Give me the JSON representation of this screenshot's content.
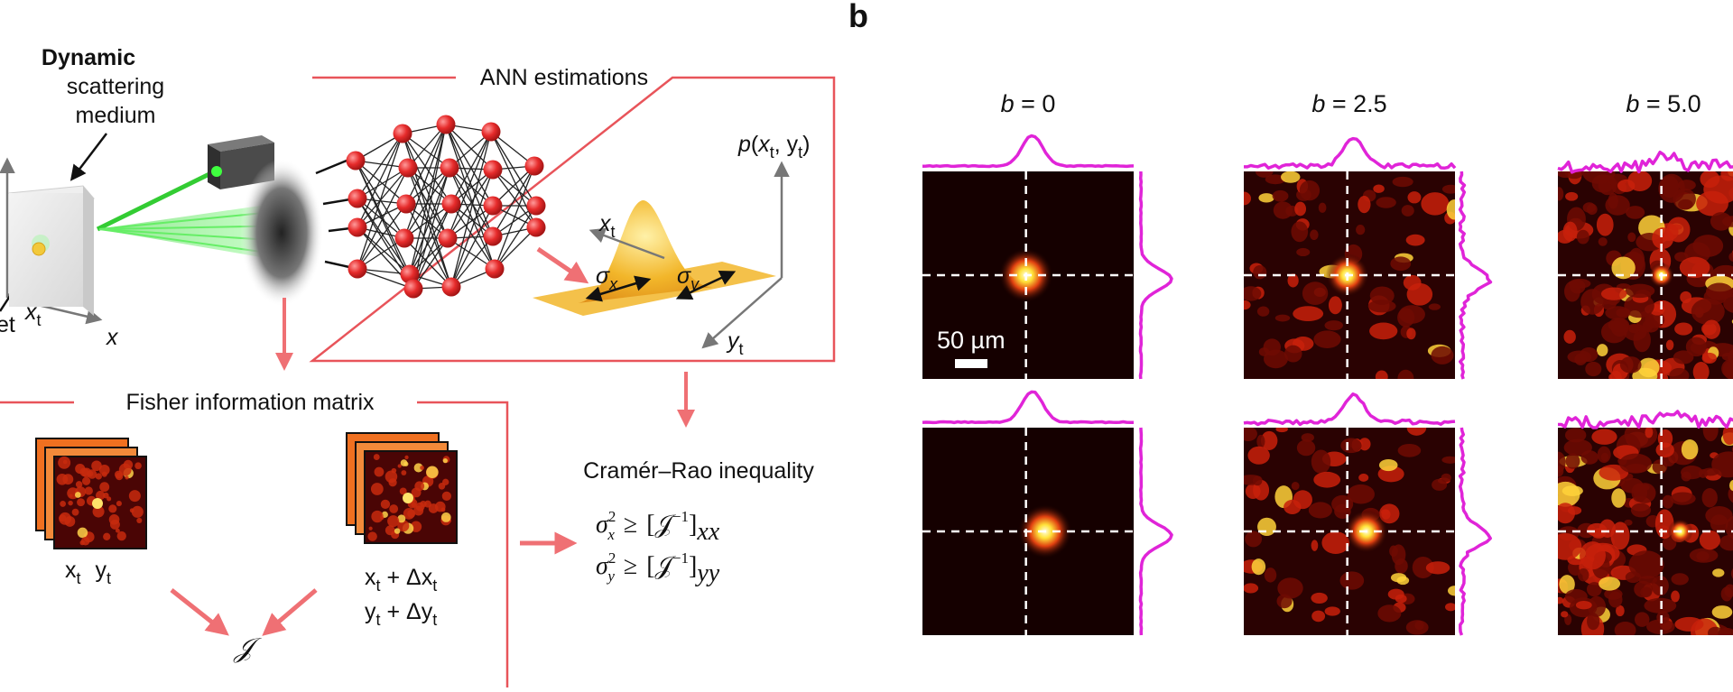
{
  "panel_a": {
    "medium_label": {
      "line1": "Dynamic",
      "line2": "scattering",
      "line3": "medium"
    },
    "cut_label": "et",
    "axis_x_label": "x",
    "target_x_label": {
      "base": "x",
      "sub": "t"
    },
    "ann_title": "ANN estimations",
    "pdf_label": {
      "p": "p",
      "x": "x",
      "xsub": "t",
      "comma": ", y",
      "ysub": "t",
      "close": ")"
    },
    "sigma_x": {
      "base": "σ",
      "sub": "x"
    },
    "sigma_y": {
      "base": "σ",
      "sub": "y"
    },
    "axis_xt": {
      "base": "x",
      "sub": "t"
    },
    "axis_yt": {
      "base": "y",
      "sub": "t"
    },
    "fisher_title": "Fisher information matrix",
    "stack1_label": {
      "x": "x",
      "xsub": "t",
      "y": "y",
      "ysub": "t"
    },
    "stack2_label": {
      "line1": "x",
      "line1sub": "t",
      "line1tail": " + Δx",
      "line1tailsub": "t",
      "line2": "y",
      "line2sub": "t",
      "line2tail": " + Δy",
      "line2tailsub": "t"
    },
    "fisher_symbol": "𝒥",
    "cr_title": "Cramér–Rao inequality",
    "cr_line1": {
      "sigma": "σ",
      "sup": "2",
      "sub": "x",
      "geq": "≥",
      "lhs": "[𝒥",
      "exp": "−1",
      "rhs": "]",
      "idx": "xx"
    },
    "cr_line2": {
      "sigma": "σ",
      "sup": "2",
      "sub": "y",
      "geq": "≥",
      "lhs": "[𝒥",
      "exp": "−1",
      "rhs": "]",
      "idx": "yy"
    }
  },
  "panel_b": {
    "letter": "b",
    "columns": [
      {
        "label": "b = 0",
        "b_char": "b",
        "rest": " = 0"
      },
      {
        "label": "b = 2.5",
        "b_char": "b",
        "rest": " = 2.5"
      },
      {
        "label": "b = 5.0",
        "b_char": "b",
        "rest": " = 5.0"
      }
    ],
    "scale_bar_label": "50 µm"
  },
  "colors": {
    "frame_red": "#e8545a",
    "arrow_red": "#ef7074",
    "profile_magenta": "#e024d8",
    "neuron_red": "#e62b2b",
    "beam_green": "#33cc33",
    "gaussian_yellow": "#f2b62a",
    "speckle_dark": "#2a0000"
  }
}
